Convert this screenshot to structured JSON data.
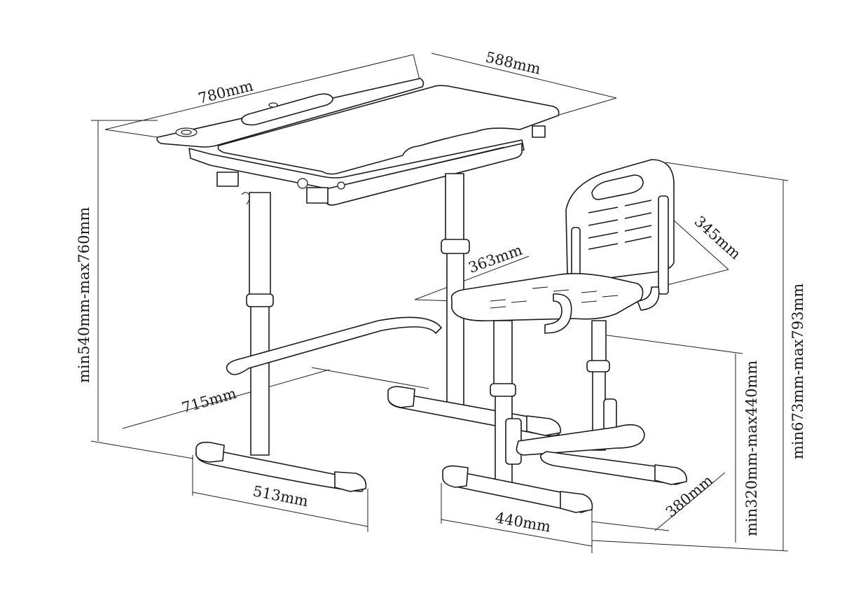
{
  "dimensions": {
    "desk_width": "780mm",
    "desk_depth": "588mm",
    "desk_height": "min540mm-max760mm",
    "desk_base_depth": "715mm",
    "desk_foot_length": "513mm",
    "chair_seat_width": "363mm",
    "chair_seat_depth": "345mm",
    "chair_total_height": "min673mm-max793mm",
    "chair_seat_height": "min320mm-max440mm",
    "chair_foot_length": "440mm",
    "chair_base_depth": "380mm"
  }
}
